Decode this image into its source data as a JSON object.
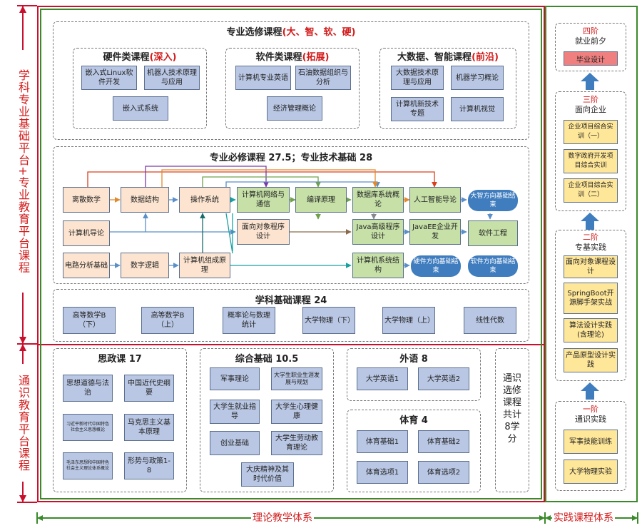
{
  "labels": {
    "left_top": "学科专业基础平台+专业教育平台课程",
    "left_bottom": "通识教育平台课程",
    "bottom_left": "理论教学体系",
    "bottom_right": "实践课程体系"
  },
  "elective": {
    "title_main": "专业选修课程",
    "title_accent": "(大、智、软、硬)",
    "hardware": {
      "title": "硬件类课程",
      "accent": "(深入)",
      "courses": [
        "嵌入式Linux软件开发",
        "机器人技术原理与应用",
        "嵌入式系统"
      ]
    },
    "software": {
      "title": "软件类课程",
      "accent": "(拓展)",
      "courses": [
        "计算机专业英语",
        "石油数据组织与分析",
        "经济管理概论"
      ]
    },
    "bigdata": {
      "title": "大数据、智能课程",
      "accent": "(前沿)",
      "courses": [
        "大数据技术原理与应用",
        "机器学习概论",
        "计算机新技术专题",
        "计算机视觉"
      ]
    }
  },
  "required": {
    "title": "专业必修课程 27.5；专业技术基础 28",
    "discrete": "离散数学",
    "datastruct": "数据结构",
    "os": "操作系统",
    "network": "计算机网络与通信",
    "compiler": "编译原理",
    "db": "数据库系统概论",
    "ai": "人工智能导论",
    "intro": "计算机导论",
    "oop": "面向对象程序设计",
    "java": "Java高级程序设计",
    "javaee": "JavaEE企业开发",
    "se": "软件工程",
    "circuit": "电路分析基础",
    "logic": "数字逻辑",
    "organ": "计算机组成原理",
    "arch": "计算机系统结构",
    "end_ai": "大智方向基础结束",
    "end_hw": "硬件方向基础结束",
    "end_sw": "软件方向基础结束"
  },
  "basic": {
    "title": "学科基础课程 24",
    "courses": [
      "高等数学B（下）",
      "高等数学B（上）",
      "概率论与数理统计",
      "大学物理（下）",
      "大学物理（上）",
      "线性代数"
    ]
  },
  "politics": {
    "title": "思政课 17",
    "courses": [
      "思想道德与法治",
      "中国近代史纲要",
      "习近平新时代中国特色社会主义思想概论",
      "马克思主义基本原理",
      "毛泽东思想和中国特色社会主义理论体系概论",
      "形势与政策1-8"
    ]
  },
  "general": {
    "title": "综合基础 10.5",
    "courses": [
      "军事理论",
      "大学生职业生涯发展与规划",
      "大学生就业指导",
      "大学生心理健康",
      "创业基础",
      "大学生劳动教育理论",
      "大庆精神及其时代价值"
    ]
  },
  "english": {
    "title": "外语 8",
    "courses": [
      "大学英语1",
      "大学英语2"
    ]
  },
  "pe": {
    "title": "体育 4",
    "courses": [
      "体育基础1",
      "体育基础2",
      "体育选项1",
      "体育选项2"
    ]
  },
  "gened_elective": {
    "text": "通识选修课程共计8学分"
  },
  "practice": {
    "stage4": {
      "num": "四阶",
      "name": "就业前夕",
      "items": [
        "毕业设计"
      ]
    },
    "stage3": {
      "num": "三阶",
      "name": "面向企业",
      "items": [
        "企业项目综合实训（一）",
        "数字政府开发项目综合实训",
        "企业项目综合实训（二）"
      ]
    },
    "stage2": {
      "num": "二阶",
      "name": "专基实践",
      "items": [
        "面向对象课程设计",
        "SpringBoot开源脚手架实战",
        "算法设计实践(含理论)",
        "产品原型设计实践"
      ]
    },
    "stage1": {
      "num": "一阶",
      "name": "通识实践",
      "items": [
        "军事技能训练",
        "大学物理实验"
      ]
    }
  },
  "colors": {
    "red_frame": "#c8102e",
    "green_frame": "#3a8a2a",
    "box_blue": "#b9c7e4",
    "pill_blue": "#3f7dbf"
  }
}
